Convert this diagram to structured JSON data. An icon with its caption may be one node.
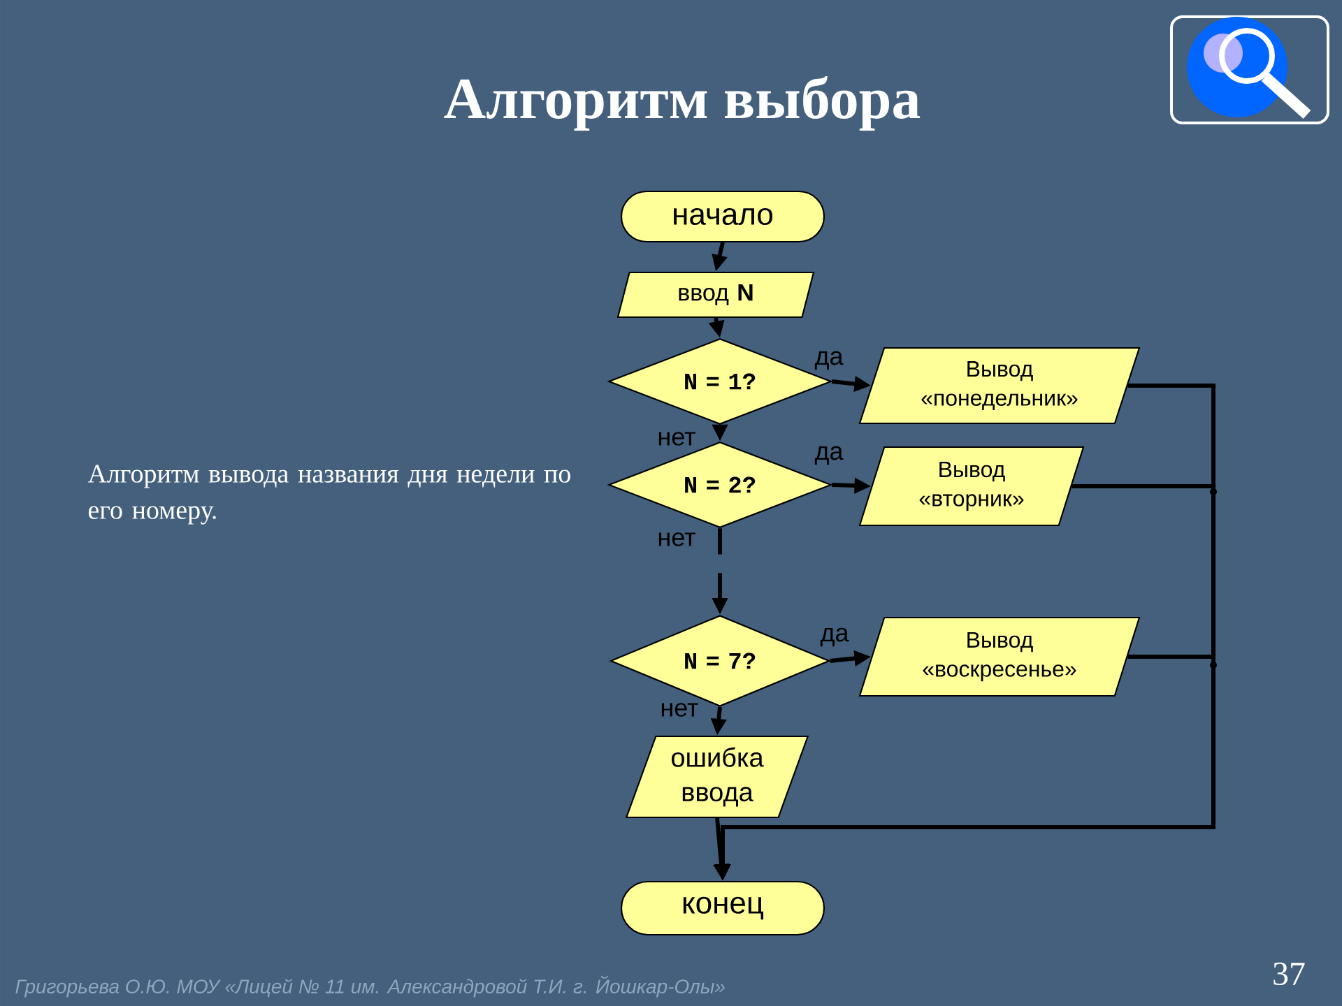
{
  "diagram": {
    "title": "Алгоритм выбора",
    "nodes": [
      {
        "text": [
          "начало"
        ]
      },
      {
        "text": [
          "ввод **N**"
        ]
      },
      {
        "text": [
          "N = 1?"
        ]
      },
      {
        "text": [
          "Вывод «понедельник»"
        ]
      },
      {
        "text": [
          "N = 2?"
        ]
      },
      {
        "text": [
          "Вывод «вторник»"
        ]
      },
      {
        "text": [
          "N = 7?"
        ]
      },
      {
        "text": [
          "Вывод «воскресенье»"
        ]
      },
      {
        "text": [
          "ошибка ввода"
        ]
      },
      {
        "text": [
          "конец"
        ]
      }
    ],
    "edges": [
      {
        "from": 0,
        "to": 1,
        "arrow": "to"
      },
      {
        "from": 1,
        "to": 2,
        "arrow": "to"
      },
      {
        "from": 2,
        "to": 3,
        "arrow": "to",
        "label": "да"
      },
      {
        "from": 2,
        "to": 4,
        "arrow": "to",
        "label": "нет"
      },
      {
        "from": 4,
        "to": 5,
        "arrow": "to",
        "label": "да"
      },
      {
        "from": 4,
        "to": 6,
        "arrow": "to",
        "label": "нет",
        "style": "dashed"
      },
      {
        "from": 6,
        "to": 7,
        "arrow": "to",
        "label": "да"
      },
      {
        "from": 6,
        "to": 8,
        "arrow": "to",
        "label": "нет"
      },
      {
        "from": 3,
        "to": 9,
        "arrow": "to"
      },
      {
        "from": 5,
        "to": 9,
        "arrow": "to"
      },
      {
        "from": 7,
        "to": 9,
        "arrow": "to"
      },
      {
        "from": 8,
        "to": 9,
        "arrow": "to"
      }
    ],
    "labels": [
      "Алгоритм вывода названия дня недели по его номеру.",
      "Григорьева О.Ю.  МОУ «Лицей № 11 им. Александровой Т.И. г. Йошкар-Олы»",
      "37"
    ]
  }
}
